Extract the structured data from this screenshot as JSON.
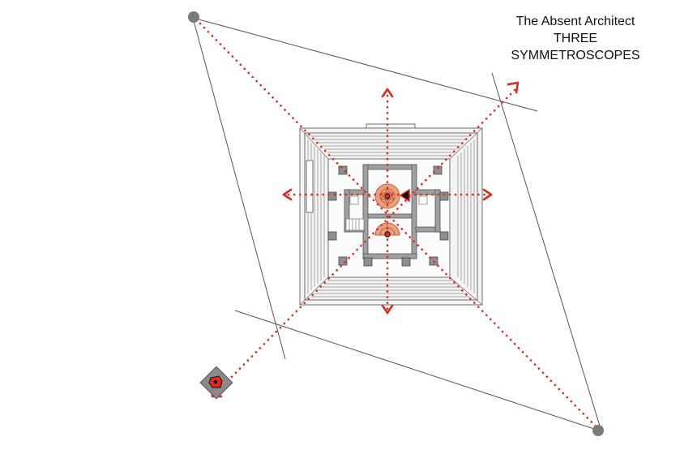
{
  "title": {
    "line1": "The Absent Architect",
    "line2": "THREE",
    "line3": "SYMMETROSCOPES"
  },
  "colors": {
    "accent": "#e0281c",
    "ink": "#555555",
    "plan_line": "#6e6e6e",
    "plan_fill": "#f3f3f3",
    "wall_fill": "#9a9a9a",
    "marker": "#7a7a7a",
    "dome": "#e9a07c"
  },
  "icons": [
    "viewpoint-marker-icon",
    "eye-camera-icon",
    "arrowhead-icon",
    "circle-node-icon"
  ]
}
